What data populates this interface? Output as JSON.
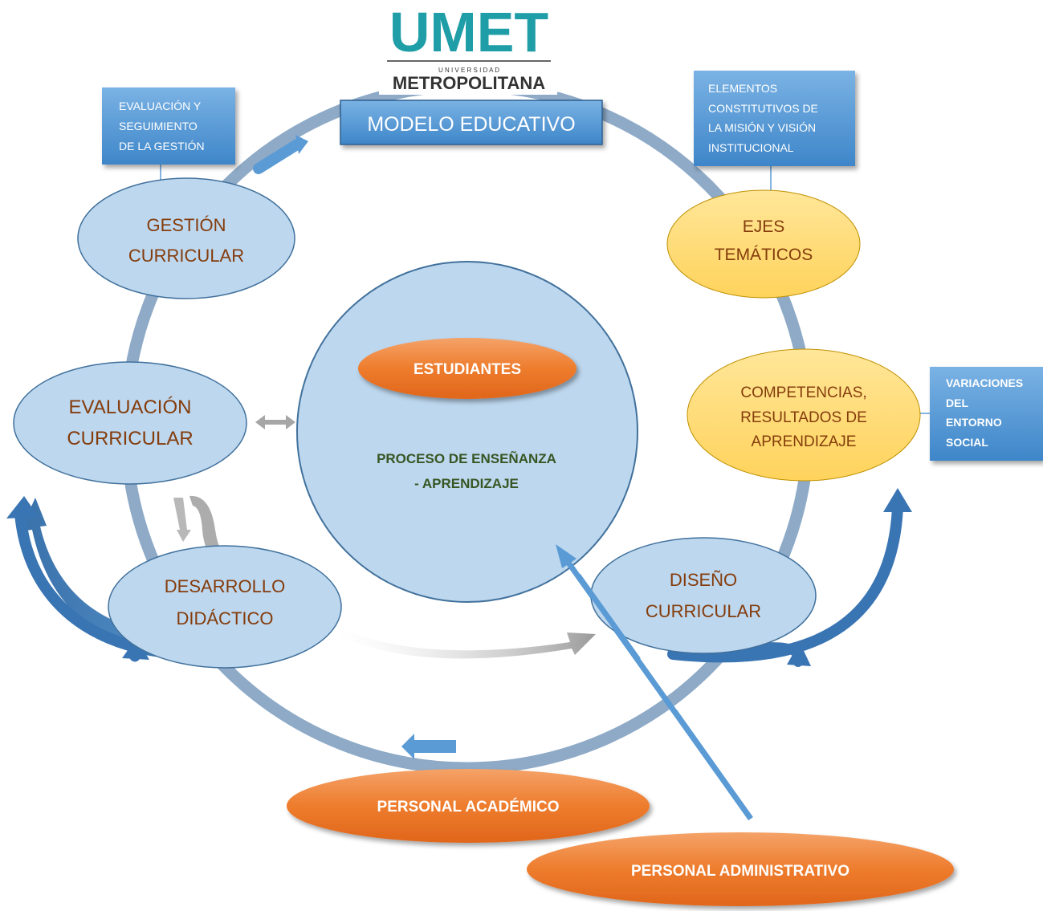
{
  "logo": {
    "brand": "UMET",
    "subtitle": "U N I V E R S I D A D",
    "name": "METROPOLITANA"
  },
  "header": {
    "title": "MODELO EDUCATIVO"
  },
  "boxes": {
    "evaluacion_seguimiento": [
      "EVALUACIÓN Y",
      "SEGUIMIENTO",
      "DE LA GESTIÓN"
    ],
    "elementos_constitutivos": [
      "ELEMENTOS",
      "CONSTITUTIVOS DE",
      "LA MISIÓN Y VISIÓN",
      "INSTITUCIONAL"
    ],
    "variaciones_entorno": [
      "VARIACIONES",
      "DEL",
      "ENTORNO",
      "SOCIAL"
    ]
  },
  "nodes": {
    "gestion_curricular": [
      "GESTIÓN",
      "CURRICULAR"
    ],
    "ejes_tematicos": [
      "EJES",
      "TEMÁTICOS"
    ],
    "evaluacion_curricular": [
      "EVALUACIÓN",
      "CURRICULAR"
    ],
    "competencias": [
      "COMPETENCIAS,",
      "RESULTADOS DE",
      "APRENDIZAJE"
    ],
    "desarrollo_didactico": [
      "DESARROLLO",
      "DIDÁCTICO"
    ],
    "diseno_curricular": [
      "DISEÑO",
      "CURRICULAR"
    ]
  },
  "center": {
    "estudiantes": "ESTUDIANTES",
    "proceso": [
      "PROCESO DE ENSEÑANZA",
      "- APRENDIZAJE"
    ]
  },
  "bottom": {
    "personal_academico": "PERSONAL ACADÉMICO",
    "personal_administrativo": "PERSONAL ADMINISTRATIVO"
  },
  "colors": {
    "blue_node_fill": "#bdd7ee",
    "blue_node_stroke": "#41719c",
    "yellow_node_fill": "#ffd966",
    "orange": "#ed7d31",
    "ring": "#8eaac7",
    "box_blue": "#5b9bd5",
    "arrow_blue": "#4a86c5",
    "node_text": "#843c0c",
    "green_text": "#375623",
    "logo_teal": "#1f9ea8"
  }
}
